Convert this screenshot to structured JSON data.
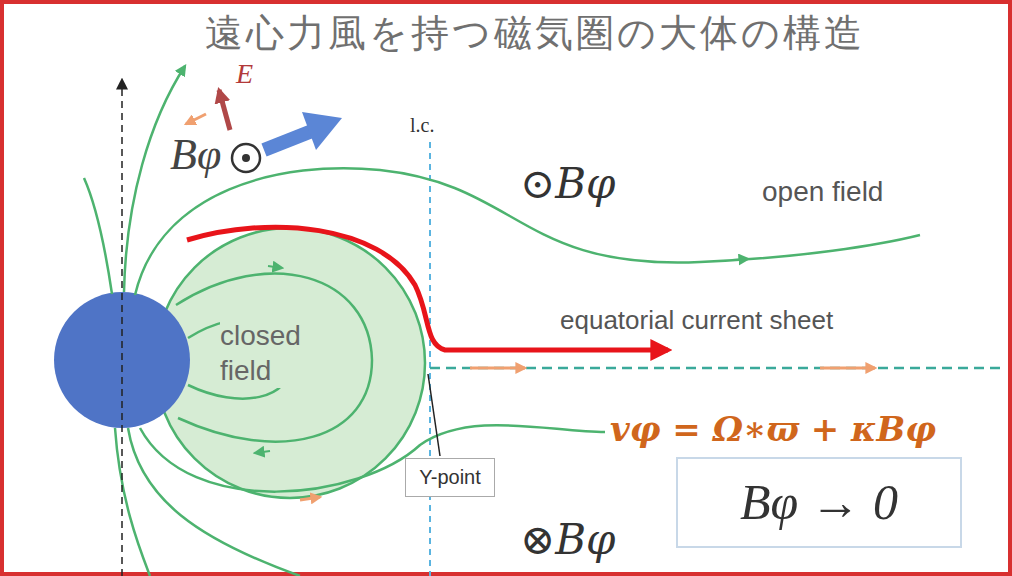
{
  "diagram": {
    "title": "遠心力風を持つ磁気圏の大体の構造",
    "nodes": [
      {
        "text": [
          "closed field"
        ]
      },
      {
        "text": [
          "Y-point"
        ]
      },
      {
        "text": [
          "Bφ → 0"
        ]
      }
    ],
    "labels": [
      "E",
      "Bφ",
      "l.c.",
      "⊙Bφ",
      "open field",
      "equatorial current sheet",
      "vφ = Ω∗ϖ + κBφ",
      "⊗Bφ"
    ]
  }
}
